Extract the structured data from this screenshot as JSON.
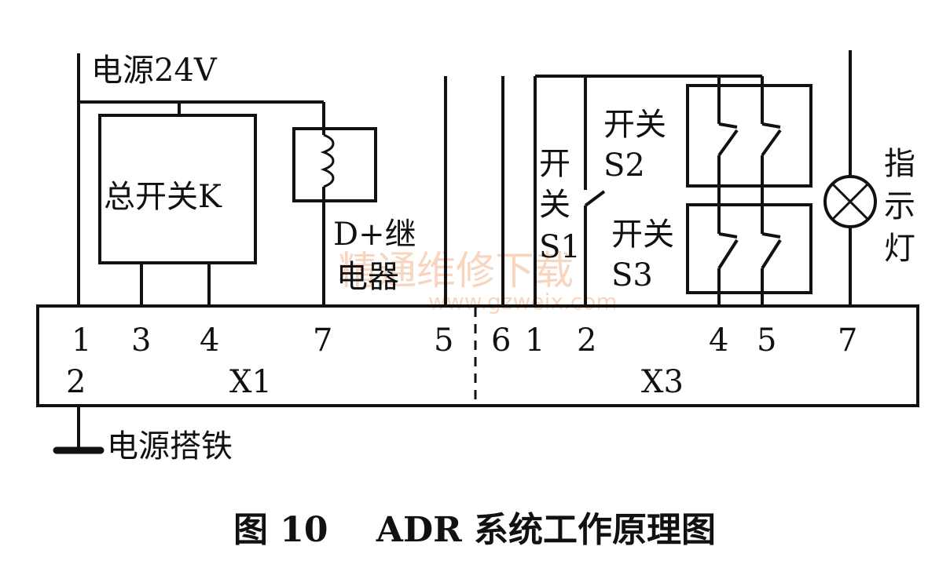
{
  "labels": {
    "power_24v": "电源24V",
    "main_switch": "总开关K",
    "relay_line1": "D+继",
    "relay_line2": "电器",
    "switch_s1_line1": "开",
    "switch_s1_line2": "关",
    "switch_s1_line3": "S1",
    "switch_s2_line1": "开关",
    "switch_s2_line2": "S2",
    "switch_s3_line1": "开关",
    "switch_s3_line2": "S3",
    "indicator_line1": "指",
    "indicator_line2": "示",
    "indicator_line3": "灯",
    "ground": "电源搭铁",
    "connector_x1": "X1",
    "connector_x3": "X3",
    "caption": "图 10    ADR 系统工作原理图"
  },
  "pins_x1": [
    "1",
    "3",
    "4",
    "7",
    "5",
    "2"
  ],
  "pins_x3": [
    "6",
    "1",
    "2",
    "4",
    "5",
    "7"
  ],
  "watermark": {
    "line1": "精通维修下载",
    "line2": "www.gzweix.com",
    "color": "#f2b48c"
  },
  "colors": {
    "ink": "#111111",
    "paper": "#ffffff"
  }
}
